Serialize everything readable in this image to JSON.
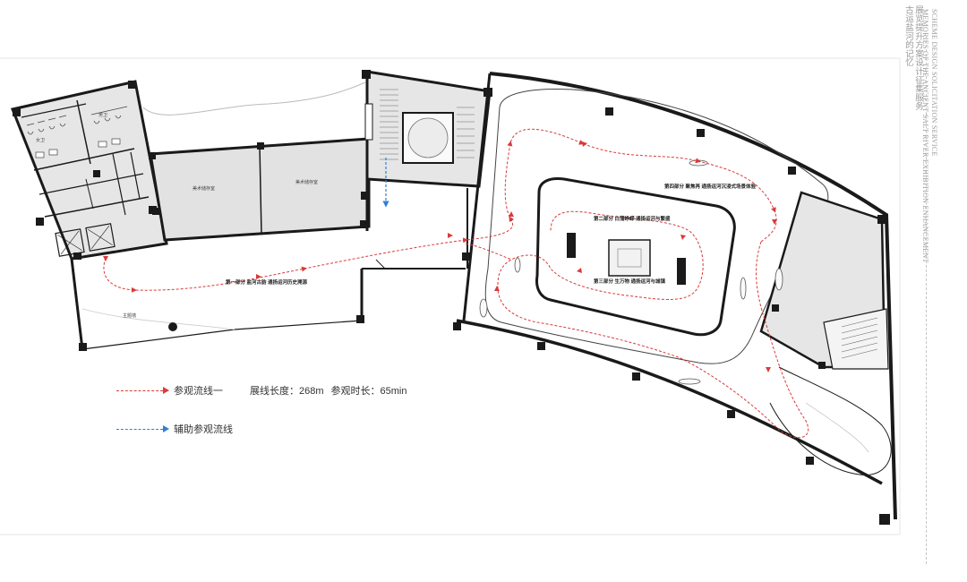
{
  "header": {
    "title_cn_line1": "古运盐河的记忆",
    "title_cn_line2": "展览提升方案设计征集服务",
    "title_en_line1": "MEMORIES OF THE ANCIENT SALT RIVER EXHIBITION ENHANCEMENT",
    "title_en_line2": "SCHEME DESIGN SOLICITATION SERVICE"
  },
  "legend": {
    "route_main_label": "参观流线一",
    "length_label": "展线长度：268m",
    "duration_label": "参观时长：65min",
    "route_aux_label": "辅助参观流线"
  },
  "colors": {
    "route_main": "#d93a3a",
    "route_aux": "#2f7fd8",
    "wall": "#1a1a1a",
    "service_fill": "#e6e6e6"
  },
  "plan": {
    "rooms": {
      "toilet_f": "女卫",
      "toilet_m": "男卫",
      "store_room_1": "美术储存室",
      "store_room_2": "美术储存室",
      "lobby": "主题墙"
    },
    "zones": {
      "part1": "第一部分 盐河古韵 通扬运河历史溯源",
      "part2": "第二部分 白蒲峥嵘 通扬运河与繁盛",
      "part3": "第三部分 生万物 通扬运河与城镇",
      "part4": "第四部分 聚焦再 通扬运河沉浸式场景体验"
    }
  }
}
